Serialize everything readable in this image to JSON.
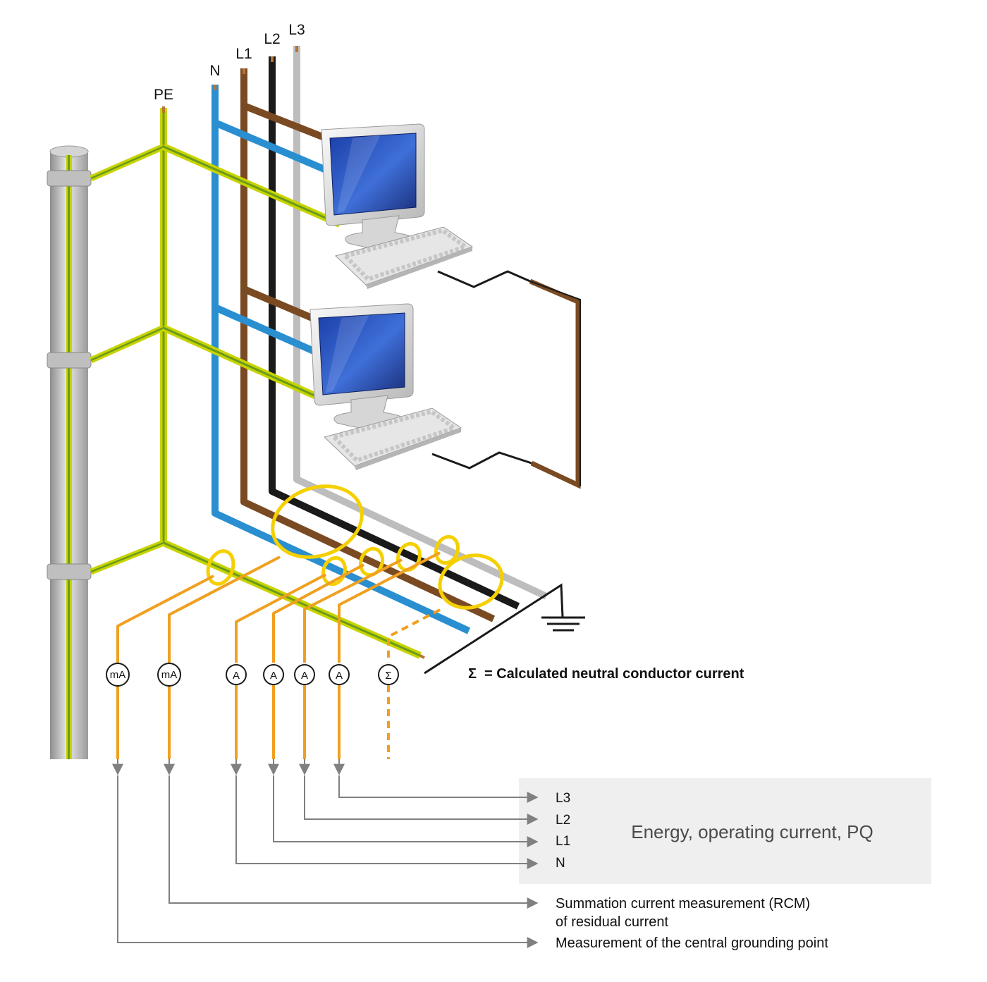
{
  "conductors": {
    "pe": "PE",
    "n": "N",
    "l1": "L1",
    "l2": "L2",
    "l3": "L3"
  },
  "meters": {
    "ma1": "mA",
    "ma2": "mA",
    "a_n": "A",
    "a_l1": "A",
    "a_l2": "A",
    "a_l3": "A",
    "sigma": "Σ"
  },
  "sigma_note": {
    "symbol": "Σ",
    "text": "= Calculated neutral conductor current"
  },
  "panel": {
    "title": "Energy, operating current, PQ",
    "labels": [
      "L3",
      "L2",
      "L1",
      "N"
    ]
  },
  "notes": {
    "rcm_line1": "Summation current measurement (RCM)",
    "rcm_line2": "of residual current",
    "grounding": "Measurement of the central grounding point"
  },
  "colors": {
    "pe_yellow": "#c8d400",
    "pe_green": "#6a9a1e",
    "neutral_blue": "#2a8fd0",
    "l1_brown": "#7a4a22",
    "l2_black": "#1a1a1a",
    "l3_grey": "#bdbdbd",
    "ct_yellow": "#f5d000",
    "signal_orange": "#f0a020",
    "arrow_grey": "#808080",
    "panel_bg": "#efefef"
  }
}
